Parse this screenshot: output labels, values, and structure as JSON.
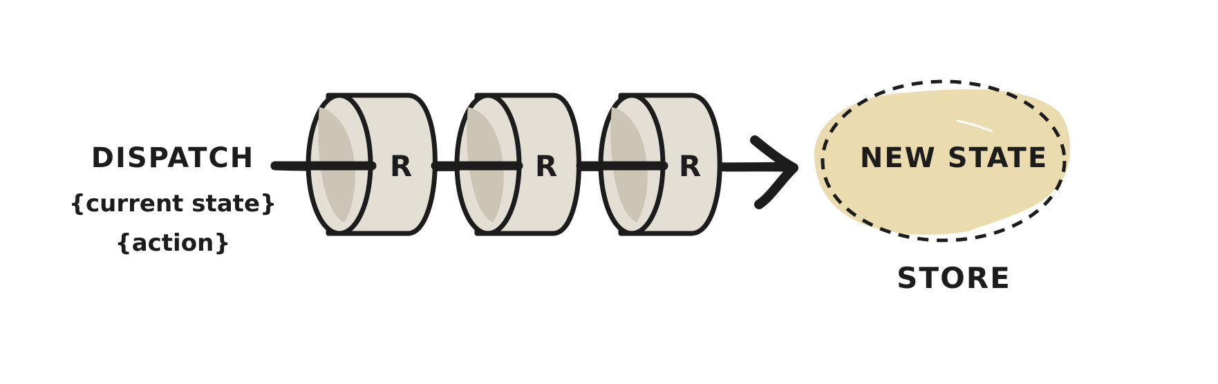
{
  "input": {
    "title": "DISPATCH",
    "current_state": "{current state}",
    "action": "{action}"
  },
  "reducers": [
    {
      "label": "R"
    },
    {
      "label": "R"
    },
    {
      "label": "R"
    }
  ],
  "output": {
    "new_state": "NEW STATE",
    "store": "STORE"
  },
  "colors": {
    "stroke": "#1c1c1c",
    "reducer_fill": "#e3dfd4",
    "reducer_shade": "#cbc5b6",
    "state_fill": "#eadcaf"
  }
}
